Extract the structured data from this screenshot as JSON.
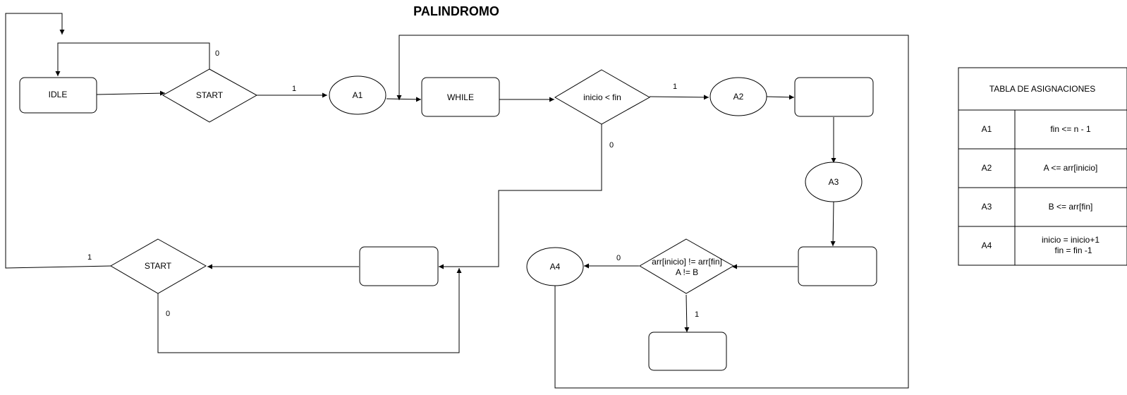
{
  "title": "PALINDROMO",
  "nodes": {
    "idle": "IDLE",
    "start_top": "START",
    "a1": "A1",
    "while": "WHILE",
    "cond_loop": "inicio < fin",
    "a2": "A2",
    "a3": "A3",
    "compare_line1": "arr[inicio] != arr[fin]",
    "compare_line2": "A != B",
    "a4": "A4",
    "start_bottom": "START"
  },
  "edge_labels": {
    "start_top_true": "1",
    "start_top_false": "0",
    "cond_true": "1",
    "cond_false": "0",
    "compare_false": "0",
    "compare_true": "1",
    "start_bottom_true": "1",
    "start_bottom_false": "0"
  },
  "table": {
    "header": "TABLA DE ASIGNACIONES",
    "rows": [
      {
        "key": "A1",
        "lines": [
          "fin <= n - 1"
        ]
      },
      {
        "key": "A2",
        "lines": [
          "A <= arr[inicio]"
        ]
      },
      {
        "key": "A3",
        "lines": [
          "B <= arr[fin]"
        ]
      },
      {
        "key": "A4",
        "lines": [
          "inicio = inicio+1",
          "fin = fin -1"
        ]
      }
    ]
  }
}
